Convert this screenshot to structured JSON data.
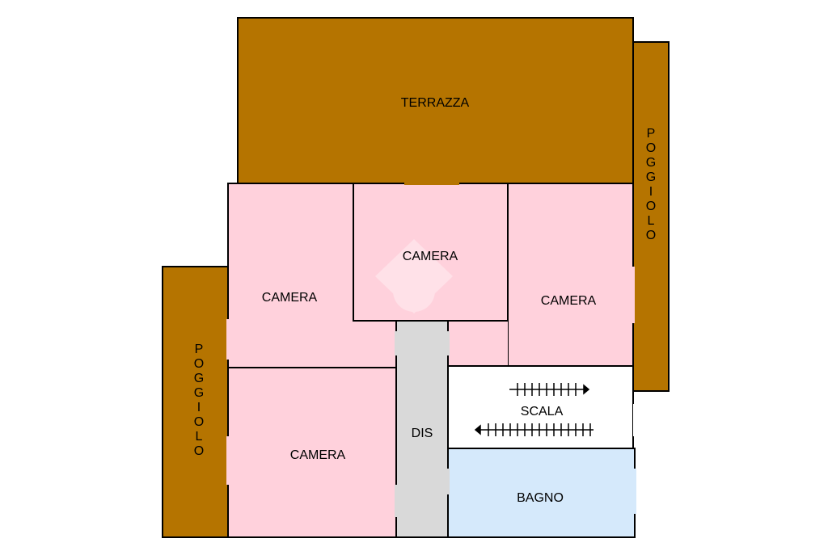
{
  "colors": {
    "terrace": "#b57400",
    "bedroom": "#ffd1dc",
    "corridor": "#d9d9d9",
    "bathroom": "#d5e9fb",
    "stairs": "#ffffff",
    "wall": "#000000"
  },
  "rooms": {
    "terrazza": "TERRAZZA",
    "poggiolo_right": "POGGIOLO",
    "poggiolo_left": "POGGIOLO",
    "camera_top_left": "CAMERA",
    "camera_center": "CAMERA",
    "camera_right": "CAMERA",
    "camera_bottom_left": "CAMERA",
    "dis": "DIS",
    "scala": "SCALA",
    "bagno": "BAGNO"
  }
}
